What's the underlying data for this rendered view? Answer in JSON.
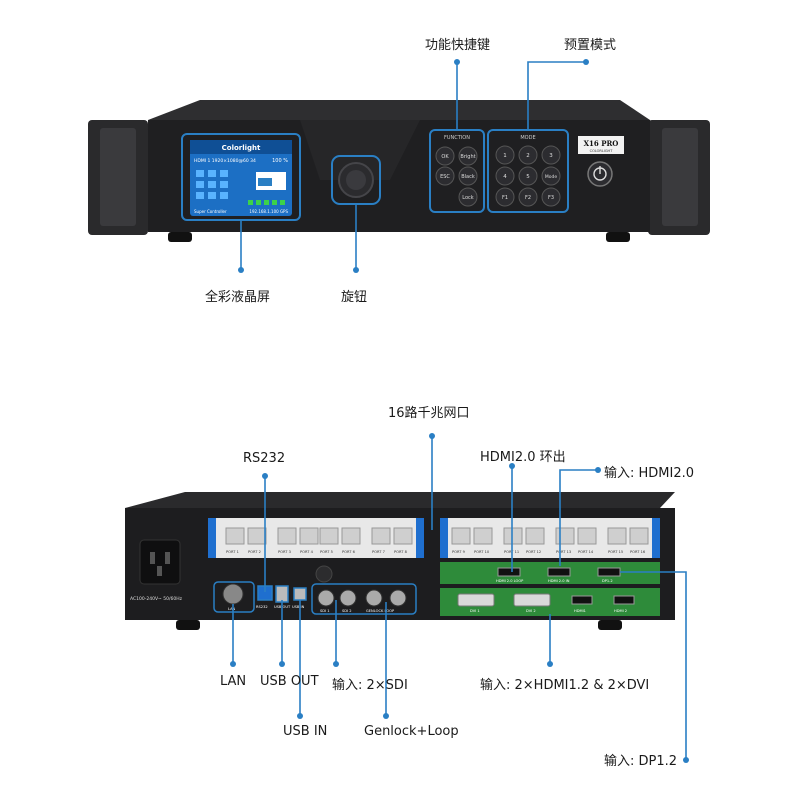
{
  "front": {
    "labels": {
      "function_keys": "功能快捷键",
      "preset_mode": "预置模式",
      "lcd": "全彩液晶屏",
      "knob": "旋钮"
    },
    "lcd": {
      "brand": "Colorlight",
      "line1": "HDMI 1  1920×1080@60 34",
      "percent": "100 %",
      "footer": "Super Controller",
      "footer_right": "192.168.1.100   GPS"
    },
    "function_panel": {
      "title": "FUNCTION",
      "keys": [
        "OK",
        "Bright",
        "ESC",
        "Black",
        "",
        "Lock"
      ]
    },
    "mode_panel": {
      "title": "MODE",
      "keys": [
        "1",
        "2",
        "3",
        "4",
        "5",
        "Mode",
        "F1",
        "F2",
        "F3"
      ]
    },
    "model": {
      "name": "X16 PRO",
      "sub": "COLORLIGHT"
    }
  },
  "rear": {
    "labels": {
      "gigabit_ports": "16路千兆网口",
      "rs232": "RS232",
      "hdmi_loop": "HDMI2.0 环出",
      "hdmi_in": "输入: HDMI2.0",
      "lan": "LAN",
      "usb_out": "USB OUT",
      "sdi_in": "输入: 2×SDI",
      "hdmi_dvi_in": "输入: 2×HDMI1.2 & 2×DVI",
      "usb_in": "USB IN",
      "genlock": "Genlock+Loop",
      "dp_in": "输入: DP1.2"
    },
    "power_text": "AC100-240V~  50/60Hz",
    "port_labels": [
      "PORT 1",
      "PORT 2",
      "PORT 3",
      "PORT 4",
      "PORT 5",
      "PORT 6",
      "PORT 7",
      "PORT 8",
      "PORT 9",
      "PORT 10",
      "PORT 11",
      "PORT 12",
      "PORT 13",
      "PORT 14",
      "PORT 15",
      "PORT 16"
    ],
    "small_labels": {
      "lan": "LAN",
      "rs232": "RS232",
      "usb_out": "USB OUT",
      "usb_in": "USB IN",
      "sdi1": "SDI 1",
      "sdi2": "SDI 2",
      "genlock": "GENLOCK LOOP",
      "hdmi_loop": "HDMI 2.0 LOOP",
      "hdmi_in": "HDMI 2.0 IN",
      "dp": "DP1.2",
      "dvi1": "DVI 1",
      "dvi2": "DVI 2",
      "hdmi1": "HDMI1",
      "hdmi2": "HDMI 2"
    }
  },
  "colors": {
    "callout": "#2a7fc4",
    "chassis": "#1f1f21",
    "lcd_bg": "#1c6fc4",
    "green_pcb": "#2e8b3a"
  }
}
